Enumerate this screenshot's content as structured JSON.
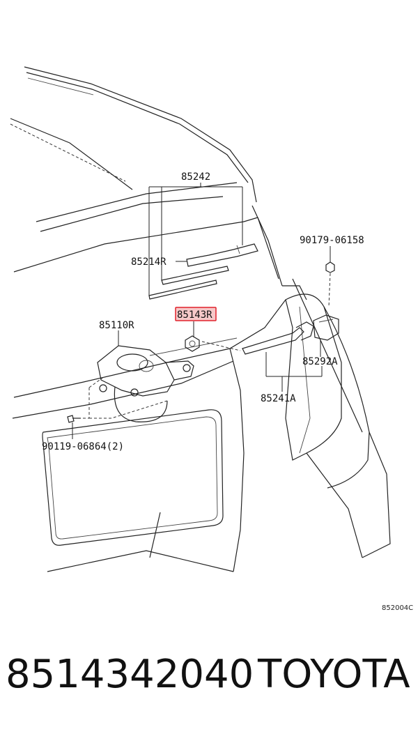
{
  "diagram": {
    "labels": {
      "p85242": "85242",
      "p85214R": "85214R",
      "p85143R": "85143R",
      "p85110R": "85110R",
      "p90179": "90179-06158",
      "p85292A": "85292A",
      "p85241A": "85241A",
      "p90119": "90119-06864(2)"
    },
    "highlight_color": "#e0202a",
    "highlight_fill": "#f6c9c9",
    "figure_code": "852004C"
  },
  "footer": {
    "part_number": "8514342040",
    "brand": "TOYOTA"
  }
}
